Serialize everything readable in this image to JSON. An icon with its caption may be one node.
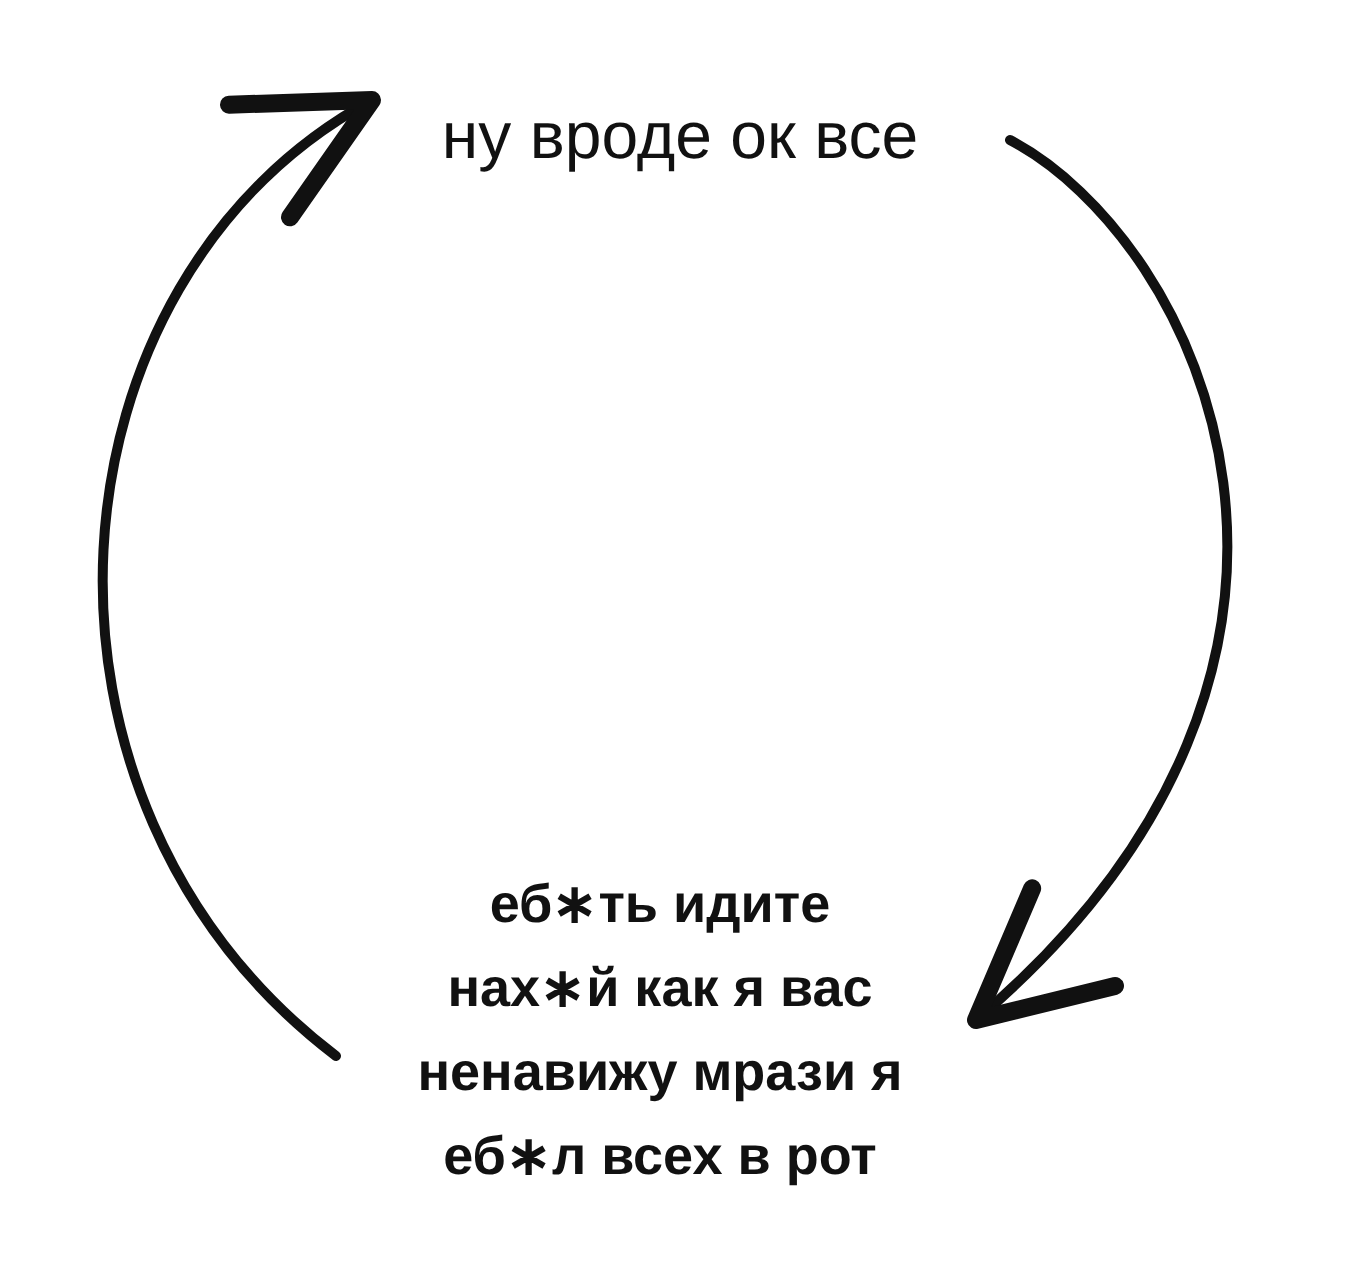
{
  "diagram": {
    "nodes": [
      {
        "text": [
          "ну вроде ок все"
        ]
      },
      {
        "text": [
          "еб∗ть идите нах∗й как я вас ненавижу мрази я еб∗л всех в рот"
        ]
      }
    ],
    "edges": [
      {
        "from": 0,
        "to": 1,
        "arrow": "to"
      },
      {
        "from": 1,
        "to": 0,
        "arrow": "to"
      }
    ]
  }
}
